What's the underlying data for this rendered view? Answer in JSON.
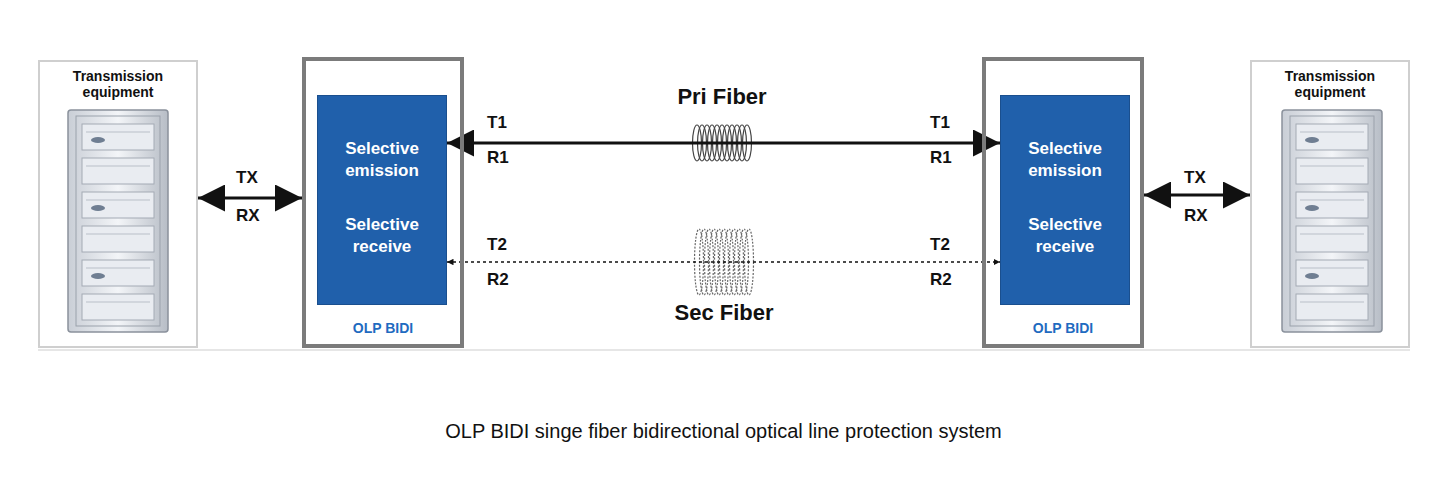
{
  "diagram": {
    "caption": "OLP BIDI singe fiber bidirectional optical line protection system",
    "nodes": [
      {
        "text": [
          "Transmission equipment"
        ]
      },
      {
        "text": [
          "OLP BIDI"
        ]
      },
      {
        "text": [
          "Selective emission",
          "Selective receive"
        ],
        "in": 1
      },
      {
        "text": [
          "OLP BIDI"
        ]
      },
      {
        "text": [
          "Selective emission",
          "Selective receive"
        ],
        "in": 3
      },
      {
        "text": [
          "Transmission equipment"
        ]
      }
    ],
    "edges": [
      {
        "from": 0,
        "to": 1,
        "arrow": "both"
      },
      {
        "from": 2,
        "to": 4,
        "label": "Pri Fiber",
        "arrow": "both"
      },
      {
        "from": 2,
        "to": 4,
        "label": "Sec Fiber",
        "arrow": "both"
      },
      {
        "from": 3,
        "to": 5,
        "arrow": "both"
      }
    ],
    "labels": [
      "TX",
      "RX",
      "T1",
      "R1",
      "T2",
      "R2",
      "T1",
      "R1",
      "T2",
      "R2",
      "TX",
      "RX"
    ]
  }
}
